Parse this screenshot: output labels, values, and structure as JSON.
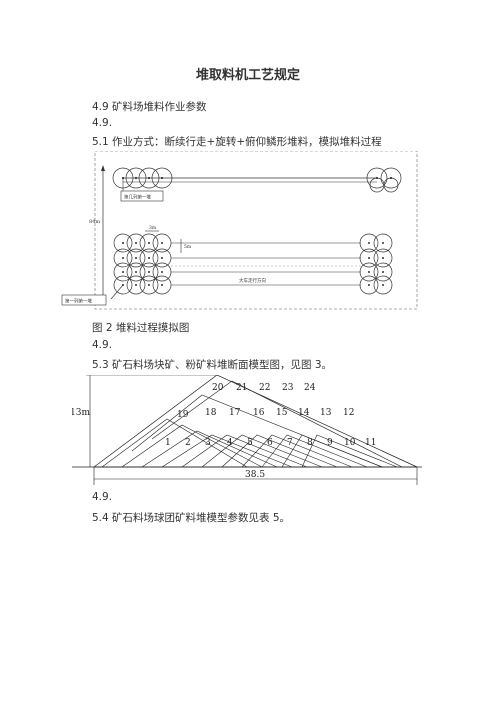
{
  "title": "堆取料机工艺规定",
  "paragraphs": {
    "p1": "4.9 矿料场堆料作业参数",
    "p2": "4.9.",
    "p3": "5.1 作业方式：断续行走+旋转+俯仰鳞形堆料，模拟堆料过程",
    "caption1": "图 2 堆料过程摸拟图",
    "p4": "4.9.",
    "p5": "5.3 矿石料场块矿、粉矿料堆断面模型图，见图 3。",
    "p6": "4.9.",
    "p7": "5.4 矿石料场球团矿料堆模型参数见表 5。"
  },
  "figure1": {
    "box_upper": "第几列第一堆",
    "box_lower": "第一列第一堆",
    "left_dim": "84m",
    "dim_a": "3m",
    "dim_b": "5m",
    "direction_note": "大车走行方向"
  },
  "figure2": {
    "height_label": "13m",
    "width_label": "38.5",
    "layer_top": [
      "20",
      "21",
      "22",
      "23",
      "24"
    ],
    "layer_mid": [
      "19",
      "18",
      "17",
      "16",
      "15",
      "14",
      "13",
      "12"
    ],
    "layer_bottom": [
      "1",
      "2",
      "3",
      "4",
      "5",
      "6",
      "7",
      "8",
      "9",
      "10",
      "11"
    ]
  }
}
